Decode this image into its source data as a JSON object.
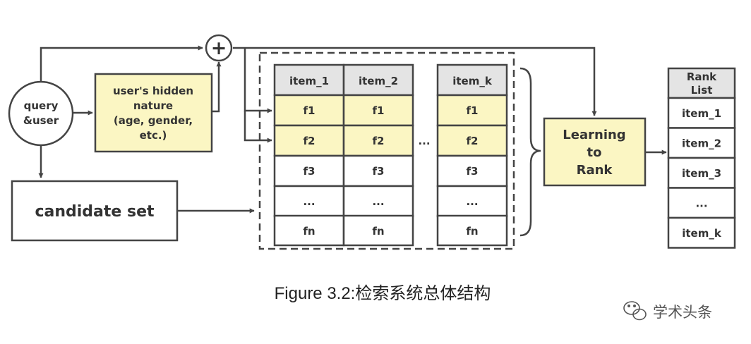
{
  "nodes": {
    "query_user": [
      "query",
      "&user"
    ],
    "hidden_nature": [
      "user's hidden",
      "nature",
      "(age, gender,",
      "etc.)"
    ],
    "candidate_set": "candidate set",
    "plus_symbol": "+",
    "ltr": [
      "Learning",
      "to",
      "Rank"
    ]
  },
  "table": {
    "columns": [
      "item_1",
      "item_2",
      "item_k"
    ],
    "rows": [
      "f1",
      "f2",
      "f3",
      "...",
      "fn"
    ],
    "highlighted_rows": 2,
    "col_gap_dots": "..."
  },
  "rank_list": {
    "header": [
      "Rank",
      "List"
    ],
    "items": [
      "item_1",
      "item_2",
      "item_3",
      "...",
      "item_k"
    ]
  },
  "caption": "Figure 3.2:检索系统总体结构",
  "watermark": "学术头条",
  "colors": {
    "highlight": "#fbf6c3",
    "header": "#e4e4e4",
    "stroke": "#444444"
  }
}
